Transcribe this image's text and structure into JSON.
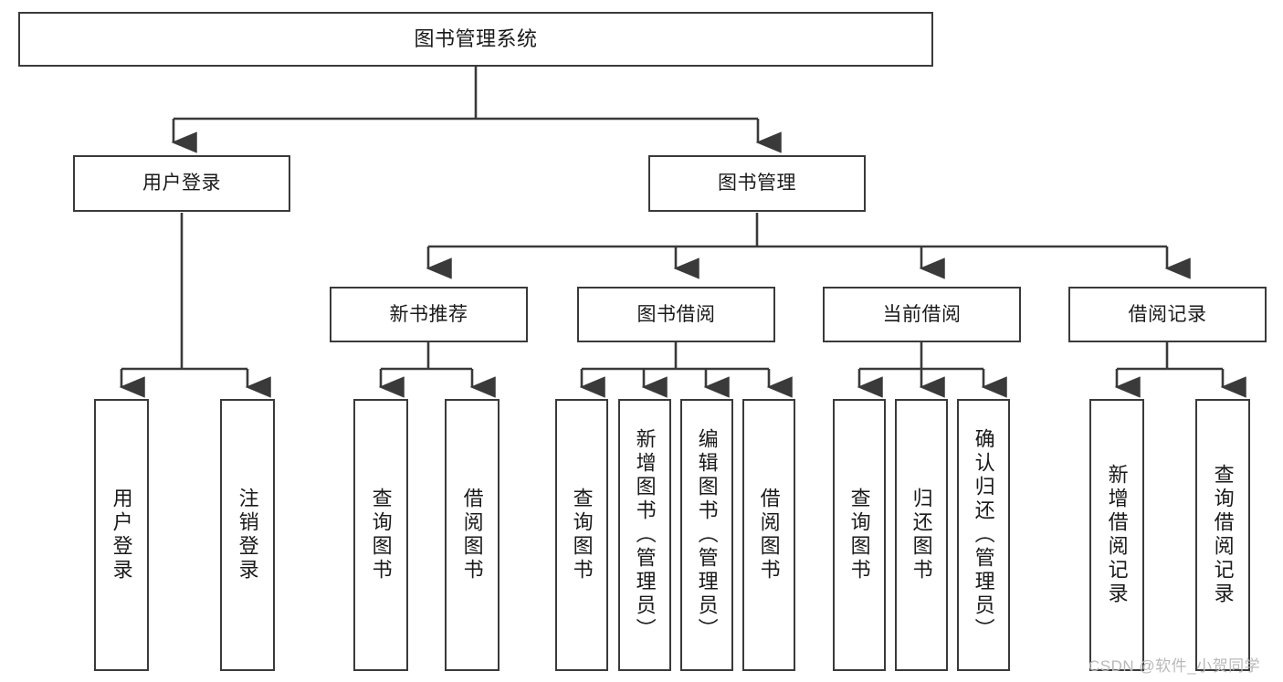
{
  "diagram": {
    "title": "图书管理系统",
    "type": "tree-hierarchy",
    "line_color": "#3a3a3a",
    "box_fill": "#ffffff",
    "text_color": "#1a1a1a"
  },
  "nodes": {
    "root": {
      "label": "图书管理系统"
    },
    "level2": [
      {
        "label": "用户登录"
      },
      {
        "label": "图书管理"
      }
    ],
    "level3": [
      {
        "label": "新书推荐"
      },
      {
        "label": "图书借阅"
      },
      {
        "label": "当前借阅"
      },
      {
        "label": "借阅记录"
      }
    ],
    "leaves_user_login": [
      {
        "label": "用户登录"
      },
      {
        "label": "注销登录"
      }
    ],
    "leaves_new_book": [
      {
        "label": "查询图书"
      },
      {
        "label": "借阅图书"
      }
    ],
    "leaves_borrow": [
      {
        "label": "查询图书"
      },
      {
        "label": "新增图书（管理员）"
      },
      {
        "label": "编辑图书（管理员）"
      },
      {
        "label": "借阅图书"
      }
    ],
    "leaves_current": [
      {
        "label": "查询图书"
      },
      {
        "label": "归还图书"
      },
      {
        "label": "确认归还（管理员）"
      }
    ],
    "leaves_record": [
      {
        "label": "新增借阅记录"
      },
      {
        "label": "查询借阅记录"
      }
    ]
  },
  "watermark": {
    "text": "CSDN @软件_小贺同学"
  }
}
